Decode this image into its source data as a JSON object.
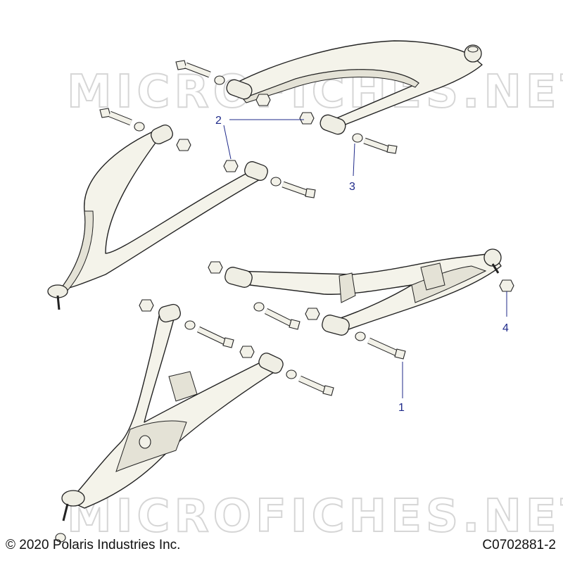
{
  "watermark_text": "MICROFICHES.NET",
  "callouts": [
    {
      "label": "1"
    },
    {
      "label": "2"
    },
    {
      "label": "3"
    },
    {
      "label": "4"
    }
  ],
  "footer": {
    "copyright": "© 2020 Polaris Industries Inc.",
    "figure_id": "C0702881-2"
  },
  "colors": {
    "callout": "#1f2a8a",
    "line": "#222222",
    "part_fill": "#f4f3ea",
    "watermark": "#d6d6d6"
  }
}
